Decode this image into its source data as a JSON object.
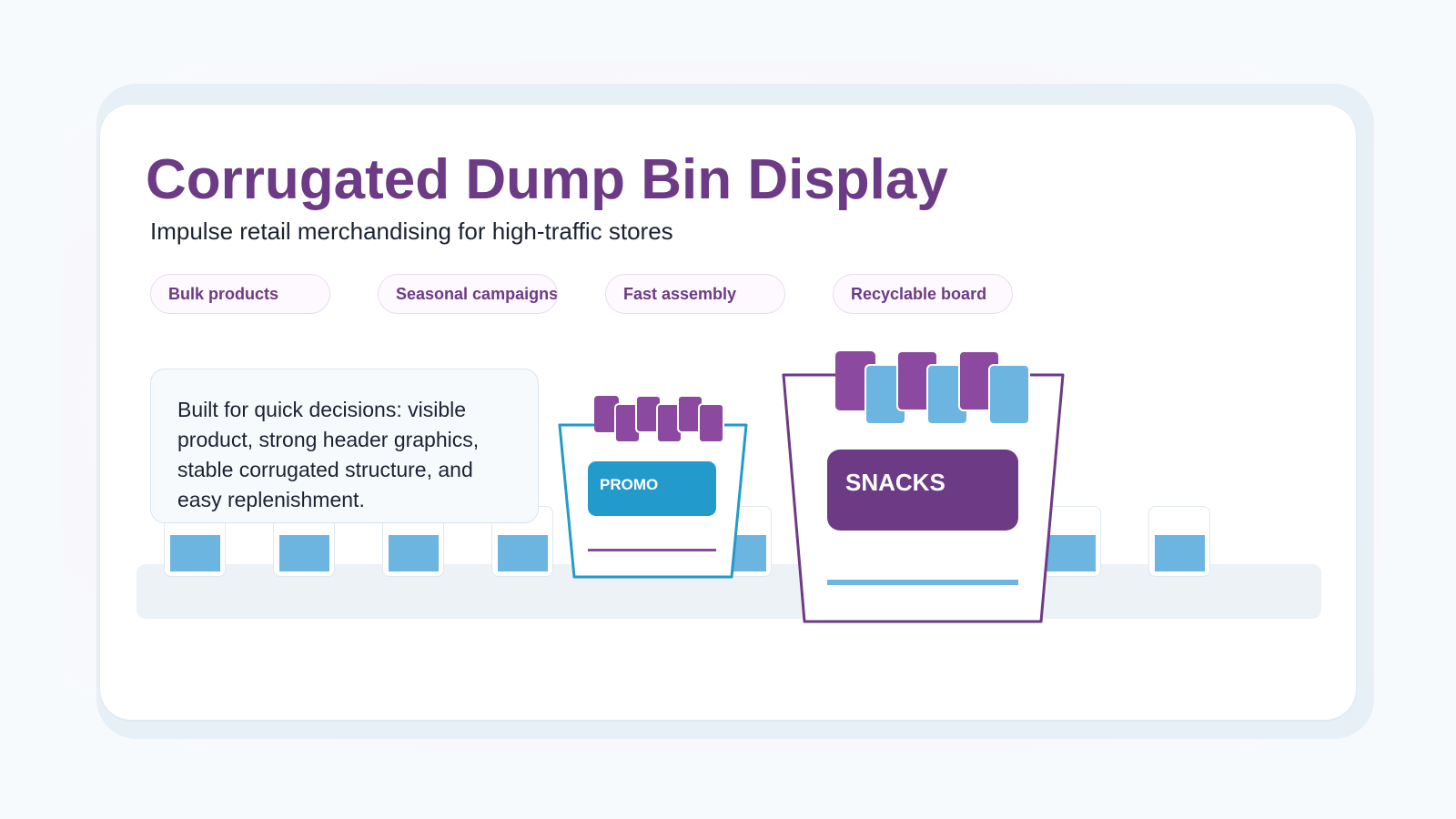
{
  "header": {
    "title": "Corrugated Dump Bin Display",
    "subtitle": "Impulse retail merchandising for high-traffic stores"
  },
  "tags": [
    {
      "label": "Bulk products"
    },
    {
      "label": "Seasonal campaigns"
    },
    {
      "label": "Fast assembly"
    },
    {
      "label": "Recyclable board"
    }
  ],
  "note": {
    "text": "Built for quick decisions: visible product, strong header graphics, stable corrugated structure, and easy replenishment."
  },
  "bins": {
    "small_label": "PROMO",
    "large_label": "SNACKS"
  },
  "colors": {
    "brand_purple": "#6d3a86",
    "product_purple": "#8b4aa0",
    "product_blue": "#6bb5e0",
    "promo_blue": "#229acb",
    "text_dark": "#1b2233"
  }
}
